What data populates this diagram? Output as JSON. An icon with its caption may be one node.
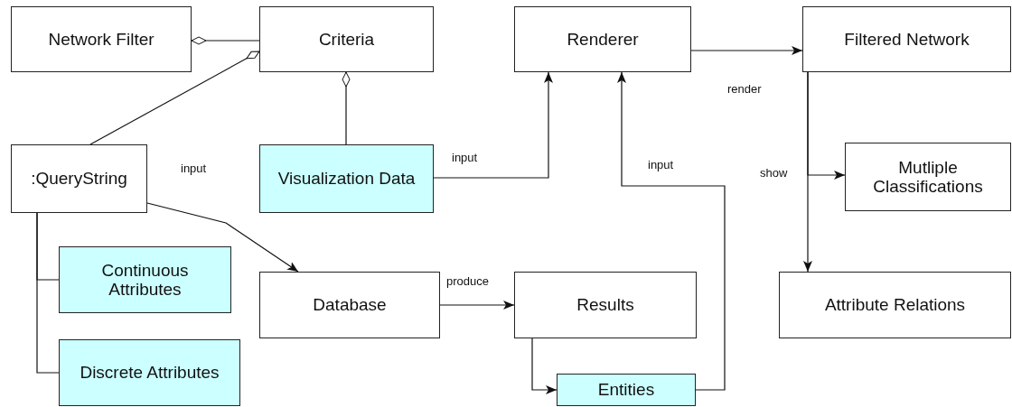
{
  "diagram": {
    "nodes": [
      {
        "text": [
          "Network Filter"
        ]
      },
      {
        "text": [
          "Criteria"
        ]
      },
      {
        "text": [
          "Renderer"
        ]
      },
      {
        "text": [
          "Filtered Network"
        ]
      },
      {
        "text": [
          ":QueryString"
        ]
      },
      {
        "text": [
          "Visualization Data"
        ]
      },
      {
        "text": [
          "Mutliple Classifications"
        ]
      },
      {
        "text": [
          "Continuous Attributes"
        ]
      },
      {
        "text": [
          "Database"
        ]
      },
      {
        "text": [
          "Results"
        ]
      },
      {
        "text": [
          "Discrete Attributes"
        ]
      },
      {
        "text": [
          "Attribute Relations"
        ]
      },
      {
        "text": [
          "Entities"
        ]
      }
    ],
    "edges": [
      {
        "from": 1,
        "to": 0,
        "arrow": "other"
      },
      {
        "from": 4,
        "to": 1,
        "arrow": "other"
      },
      {
        "from": 5,
        "to": 1,
        "arrow": "other"
      },
      {
        "from": 5,
        "to": 2,
        "label": "input",
        "arrow": "to"
      },
      {
        "from": 12,
        "to": 2,
        "label": "input",
        "arrow": "to"
      },
      {
        "from": 2,
        "to": 3,
        "label": "render",
        "arrow": "to"
      },
      {
        "from": 3,
        "to": 6,
        "label": "show",
        "arrow": "to"
      },
      {
        "from": 3,
        "to": 11,
        "arrow": "to"
      },
      {
        "from": 4,
        "to": 8,
        "label": "input",
        "arrow": "to"
      },
      {
        "from": 4,
        "to": 7,
        "arrow": "none"
      },
      {
        "from": 4,
        "to": 10,
        "arrow": "none"
      },
      {
        "from": 8,
        "to": 9,
        "label": "produce",
        "arrow": "to"
      },
      {
        "from": 9,
        "to": 12,
        "arrow": "to"
      }
    ]
  }
}
